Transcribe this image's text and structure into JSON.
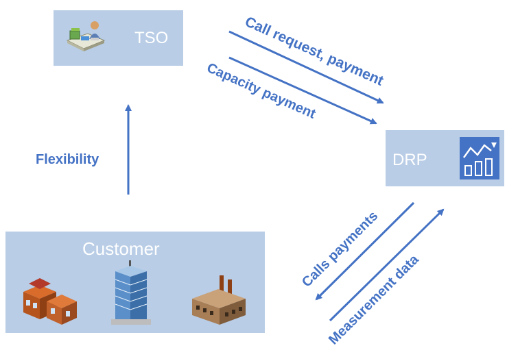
{
  "nodes": {
    "tso": {
      "label": "TSO",
      "icon": "operator-desk-icon"
    },
    "drp": {
      "label": "DRP",
      "icon": "trend-chart-icon"
    },
    "customer": {
      "label": "Customer",
      "icons": [
        "residential-building-icon",
        "office-tower-icon",
        "factory-icon"
      ]
    }
  },
  "edges": {
    "call_request": "Call request, payment",
    "capacity_payment": "Capacity payment",
    "flexibility": "Flexibility",
    "calls_payments": "Calls payments",
    "measurement_data": "Measurement data"
  },
  "colors": {
    "arrow": "#4472c4",
    "box": "#b9cde6",
    "label": "#4472c4",
    "box_text": "#ffffff"
  }
}
